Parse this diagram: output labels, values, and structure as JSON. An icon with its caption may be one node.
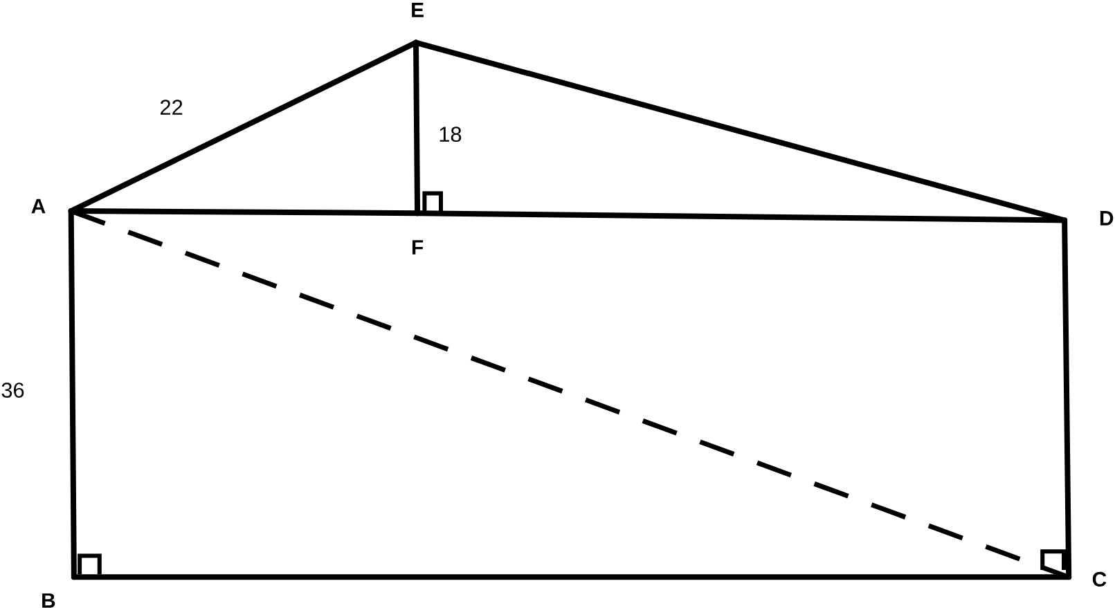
{
  "diagram": {
    "nodes": [
      {
        "text": [
          "E"
        ]
      },
      {
        "text": [
          "A"
        ]
      },
      {
        "text": [
          "D"
        ]
      },
      {
        "text": [
          "F"
        ]
      },
      {
        "text": [
          "B"
        ]
      },
      {
        "text": [
          "C"
        ]
      }
    ],
    "edges": [
      {
        "from": 1,
        "to": 0,
        "arrow": "none",
        "label": "22"
      },
      {
        "from": 0,
        "to": 2,
        "arrow": "none"
      },
      {
        "from": 0,
        "to": 3,
        "arrow": "none",
        "label": "18"
      },
      {
        "from": 1,
        "to": 3,
        "arrow": "none"
      },
      {
        "from": 3,
        "to": 2,
        "arrow": "none"
      },
      {
        "from": 1,
        "to": 4,
        "arrow": "none",
        "label": "36"
      },
      {
        "from": 4,
        "to": 5,
        "arrow": "none"
      },
      {
        "from": 5,
        "to": 2,
        "arrow": "none"
      },
      {
        "from": 1,
        "to": 5,
        "arrow": "none",
        "style": "dashed"
      }
    ]
  }
}
